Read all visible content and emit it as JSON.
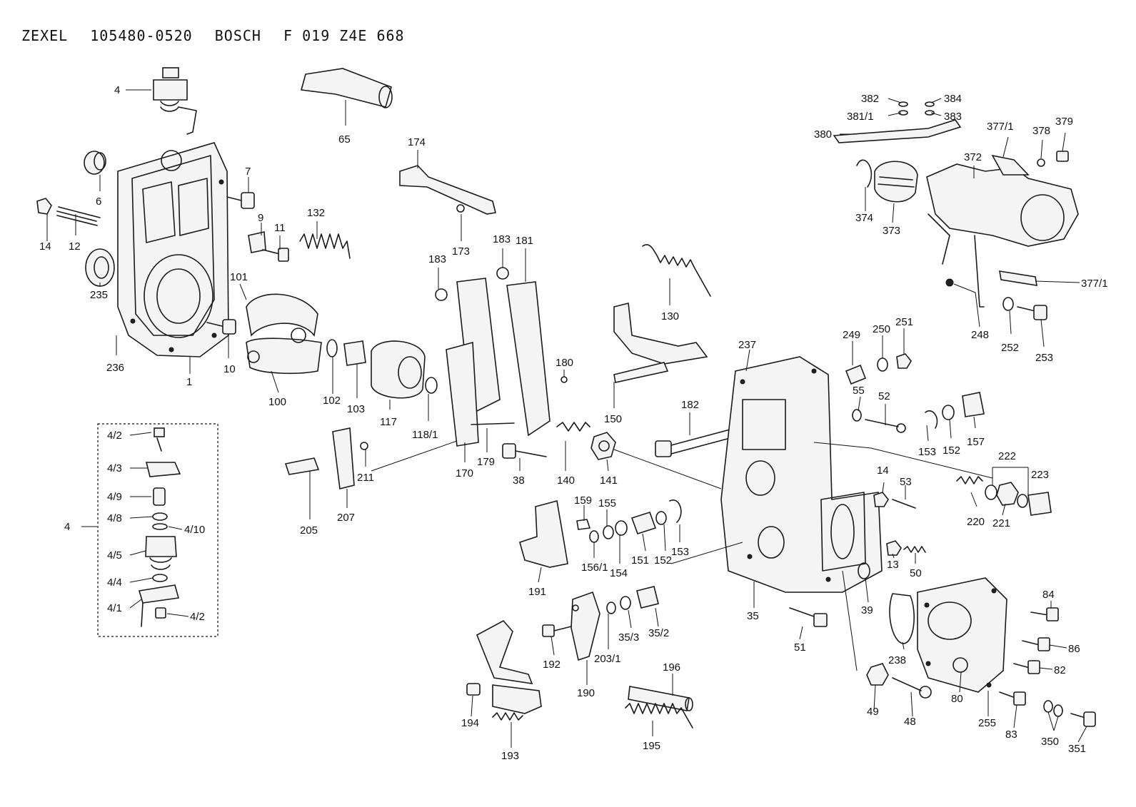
{
  "header": {
    "brand1": "ZEXEL",
    "part_number": "105480-0520",
    "brand2": "BOSCH",
    "bosch_number": "F 019 Z4E 668"
  },
  "labels": [
    "4",
    "6",
    "7",
    "9",
    "11",
    "14",
    "12",
    "132",
    "235",
    "101",
    "236",
    "1",
    "10",
    "100",
    "102",
    "103",
    "117",
    "118/1",
    "65",
    "174",
    "173",
    "183",
    "183",
    "181",
    "180",
    "170",
    "179",
    "38",
    "140",
    "141",
    "205",
    "207",
    "211",
    "130",
    "150",
    "182",
    "237",
    "249",
    "250",
    "251",
    "55",
    "52",
    "153",
    "152",
    "157",
    "14",
    "53",
    "222",
    "223",
    "220",
    "221",
    "13",
    "50",
    "159",
    "155",
    "153",
    "152",
    "151",
    "156/1",
    "154",
    "191",
    "35",
    "39",
    "51",
    "35/3",
    "35/2",
    "203/1",
    "192",
    "190",
    "84",
    "86",
    "82",
    "238",
    "80",
    "49",
    "48",
    "255",
    "83",
    "350",
    "351",
    "196",
    "195",
    "194",
    "193",
    "382",
    "384",
    "381/1",
    "383",
    "380",
    "377/1",
    "378",
    "379",
    "372",
    "374",
    "373",
    "377/1",
    "248",
    "252",
    "253",
    "4/2",
    "4/3",
    "4/9",
    "4/8",
    "4/10",
    "4/5",
    "4/4",
    "4/1",
    "4/2",
    "4"
  ]
}
